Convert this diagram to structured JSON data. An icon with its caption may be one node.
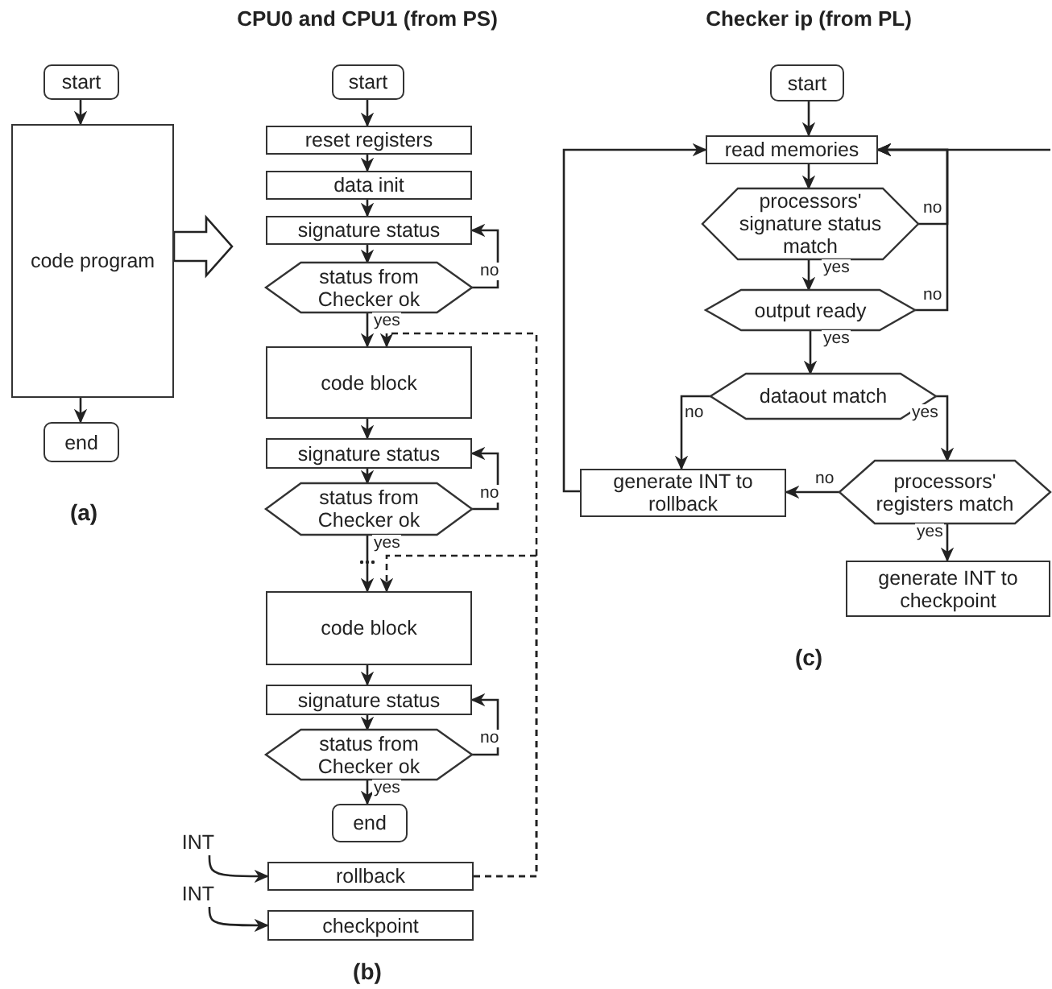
{
  "diagram": {
    "nodes": [
      {
        "text": [
          "start"
        ]
      },
      {
        "text": [
          "code program"
        ]
      },
      {
        "text": [
          "end"
        ]
      },
      {
        "text": [
          "start"
        ]
      },
      {
        "text": [
          "reset registers"
        ]
      },
      {
        "text": [
          "data init"
        ]
      },
      {
        "text": [
          "signature status"
        ]
      },
      {
        "text": [
          "status from Checker ok"
        ]
      },
      {
        "text": [
          "code block"
        ]
      },
      {
        "text": [
          "signature status"
        ]
      },
      {
        "text": [
          "status from Checker ok"
        ]
      },
      {
        "text": [
          "code block"
        ]
      },
      {
        "text": [
          "signature status"
        ]
      },
      {
        "text": [
          "status from Checker ok"
        ]
      },
      {
        "text": [
          "end"
        ]
      },
      {
        "text": [
          "INT"
        ]
      },
      {
        "text": [
          "rollback"
        ]
      },
      {
        "text": [
          "INT"
        ]
      },
      {
        "text": [
          "checkpoint"
        ]
      },
      {
        "text": [
          "start"
        ]
      },
      {
        "text": [
          "read memories"
        ]
      },
      {
        "text": [
          "processors' signature status match"
        ]
      },
      {
        "text": [
          "output ready"
        ]
      },
      {
        "text": [
          "dataout match"
        ]
      },
      {
        "text": [
          "generate INT to rollback"
        ]
      },
      {
        "text": [
          "processors' registers match"
        ]
      },
      {
        "text": [
          "generate INT to checkpoint"
        ]
      }
    ],
    "edges": [
      {
        "from": 0,
        "to": 1,
        "arrow": "to"
      },
      {
        "from": 1,
        "to": 2,
        "arrow": "to"
      },
      {
        "from": 3,
        "to": 4,
        "arrow": "to"
      },
      {
        "from": 4,
        "to": 5,
        "arrow": "to"
      },
      {
        "from": 5,
        "to": 6,
        "arrow": "to"
      },
      {
        "from": 6,
        "to": 7,
        "arrow": "to"
      },
      {
        "from": 7,
        "to": 6,
        "arrow": "to",
        "label": "no"
      },
      {
        "from": 7,
        "to": 8,
        "arrow": "to",
        "label": "yes"
      },
      {
        "from": 8,
        "to": 9,
        "arrow": "to"
      },
      {
        "from": 9,
        "to": 10,
        "arrow": "to"
      },
      {
        "from": 10,
        "to": 9,
        "arrow": "to",
        "label": "no"
      },
      {
        "from": 10,
        "to": 11,
        "arrow": "to",
        "label": "yes"
      },
      {
        "from": 11,
        "to": 12,
        "arrow": "to"
      },
      {
        "from": 12,
        "to": 13,
        "arrow": "to"
      },
      {
        "from": 13,
        "to": 12,
        "arrow": "to",
        "label": "no"
      },
      {
        "from": 13,
        "to": 14,
        "arrow": "to",
        "label": "yes"
      },
      {
        "from": 15,
        "to": 16,
        "arrow": "to"
      },
      {
        "from": 17,
        "to": 18,
        "arrow": "to"
      },
      {
        "from": 16,
        "to": 8,
        "arrow": "to",
        "style": "dashed"
      },
      {
        "from": 16,
        "to": 11,
        "arrow": "to",
        "style": "dashed"
      },
      {
        "from": 19,
        "to": 20,
        "arrow": "to"
      },
      {
        "from": 20,
        "to": 21,
        "arrow": "to"
      },
      {
        "from": 21,
        "to": 20,
        "arrow": "to",
        "label": "no"
      },
      {
        "from": 21,
        "to": 22,
        "arrow": "to",
        "label": "yes"
      },
      {
        "from": 22,
        "to": 20,
        "arrow": "to",
        "label": "no"
      },
      {
        "from": 22,
        "to": 23,
        "arrow": "to",
        "label": "yes"
      },
      {
        "from": 23,
        "to": 24,
        "arrow": "to",
        "label": "no"
      },
      {
        "from": 23,
        "to": 25,
        "arrow": "to",
        "label": "yes"
      },
      {
        "from": 25,
        "to": 24,
        "arrow": "to",
        "label": "no"
      },
      {
        "from": 25,
        "to": 26,
        "arrow": "to",
        "label": "yes"
      },
      {
        "from": 24,
        "to": 20,
        "arrow": "to"
      },
      {
        "from": null,
        "to": 20,
        "arrow": "to"
      },
      {
        "from": 1,
        "to": null,
        "arrow": "to",
        "style": "thick"
      }
    ],
    "labels": [
      "CPU0 and CPU1 (from PS)",
      "Checker ip (from PL)",
      "(a)",
      "(b)",
      "(c)"
    ]
  }
}
